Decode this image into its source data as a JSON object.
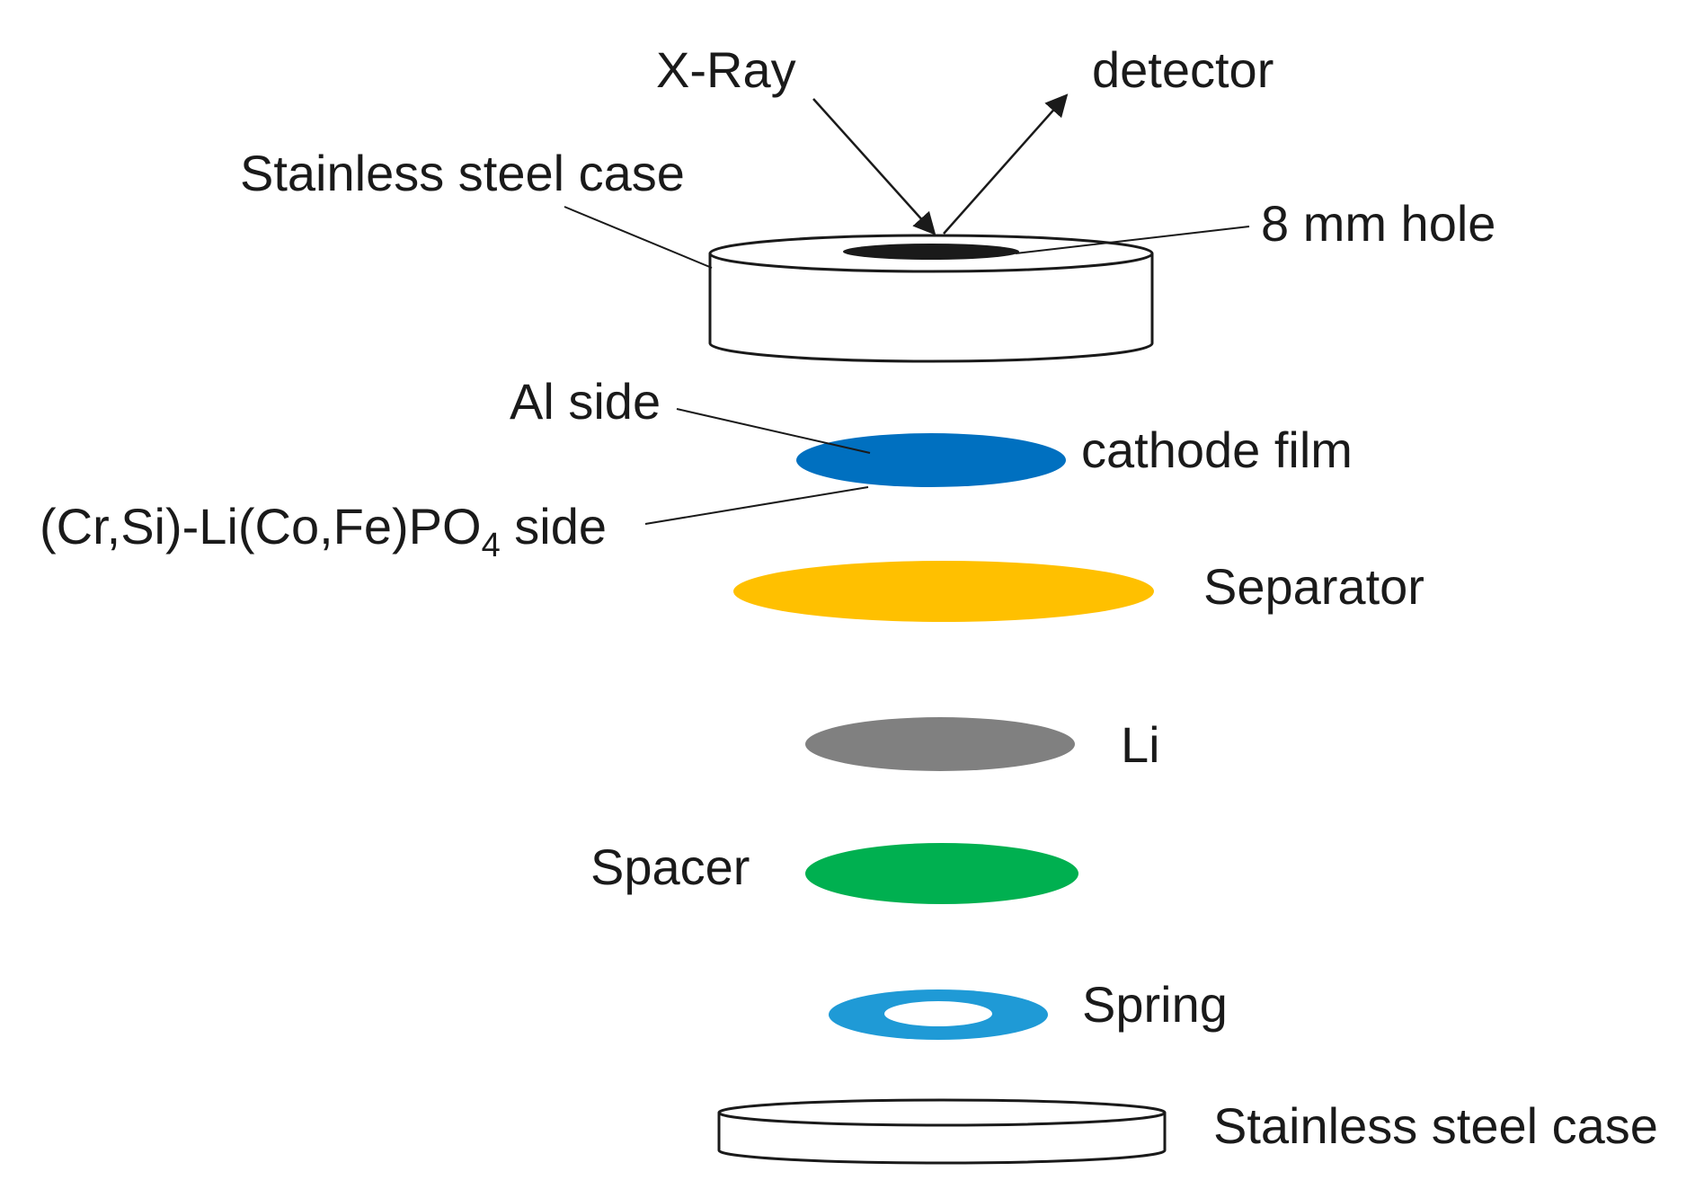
{
  "labels": {
    "xray": "X-Ray",
    "detector": "detector",
    "top_case": "Stainless steel case",
    "hole": "8 mm hole",
    "al_side": "Al side",
    "cathode_film": "cathode film",
    "active_side_prefix": "(Cr,Si)-Li(Co,Fe)PO",
    "active_side_subscript": "4",
    "active_side_suffix": " side",
    "separator": "Separator",
    "li": "Li",
    "spacer": "Spacer",
    "spring": "Spring",
    "bottom_case": "Stainless steel case"
  },
  "colors": {
    "cathode_film": "#0070c0",
    "separator": "#ffc000",
    "li": "#808080",
    "spacer": "#00b050",
    "spring": "#1f9ad6",
    "case_fill": "#ffffff",
    "outline": "#1a1a1a"
  }
}
